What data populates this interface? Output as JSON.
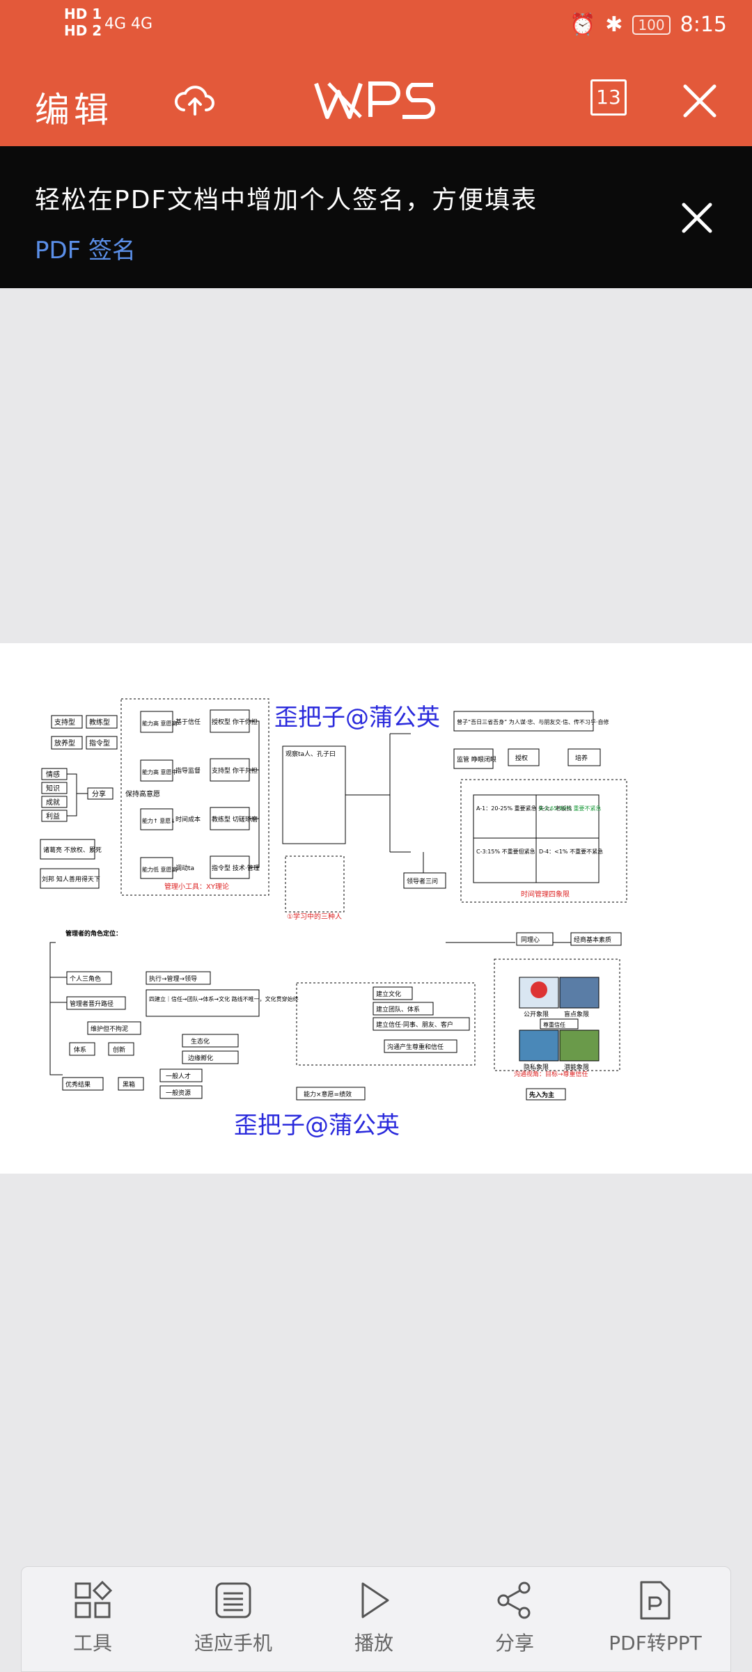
{
  "status": {
    "hd1": "HD 1",
    "hd2": "HD 2",
    "signal": "4G 4G",
    "battery": "100",
    "time": "8:15"
  },
  "toolbar": {
    "edit": "编辑",
    "logo": "WPS",
    "page_count": "13"
  },
  "banner": {
    "text": "轻松在PDF文档中增加个人签名，方便填表",
    "link": "PDF 签名"
  },
  "document": {
    "watermark_top": "歪把子@蒲公英",
    "watermark_bottom": "歪把子@蒲公英",
    "labels": {
      "support": "支持型",
      "coach": "教练型",
      "delegate": "放养型",
      "command": "指令型",
      "emotion": "情感",
      "knowledge": "知识",
      "achievement": "成就",
      "interest": "利益",
      "share": "分享",
      "keep_high": "保持高意愿",
      "zhuge": "诸葛亮 不放权、累死",
      "liubang": "刘邦 知人善用得天下",
      "high_high": "能力高 意愿高",
      "high_mid": "能力高 意愿中",
      "up_down": "能力↑ 意愿↓",
      "low_high": "能力低 意愿高",
      "trust": "基于信任",
      "guide": "指导监督",
      "time_cost": "时间成本",
      "adjust": "调动ta",
      "auth": "授权型 你干你担",
      "support2": "支持型 你干共担",
      "coach2": "教练型 切磋琢磨",
      "command2": "指令型 技术·管理",
      "tool_title": "管理小工具：XY理论",
      "observe": "观察ta人、孔子曰",
      "study_title": "①学习中的三种人",
      "guanzi": "曾子“吾日三省吾身” 为人谋·忠、与朋友交·信、传不习乎·自修",
      "supervise": "监管 睁眼闭眼",
      "empower": "授权",
      "cultivate": "培养",
      "a1": "A-1：20-25% 重要紧急 失火、老板找",
      "b2": "B-2:65-80% 重要不紧急",
      "c3": "C-3:15% 不重要但紧急",
      "d4": "D-4：<1% 不重要不紧急",
      "quad_title": "时间管理四象限",
      "leader_three": "领导者三问",
      "same_heart": "同理心",
      "basic": "经商基本素质",
      "role_title": "管理者的角色定位：",
      "person3": "个人三角色",
      "exec": "执行→管理→领导",
      "promote": "管理者晋升路径",
      "system_line": "四建立｜信任→团队→体系→文化 路线不唯一，文化贯穿始终",
      "protect": "维护但不拘泥",
      "system": "体系",
      "innovate": "创新",
      "ecology": "生态化",
      "edge": "边缘孵化",
      "normal_talent": "一般人才",
      "normal_res": "一般资源",
      "blackbox": "黑箱",
      "good_result": "优秀结果",
      "culture": "建立文化",
      "team": "建立团队、体系",
      "trust_build": "建立信任·同事、朋友、客户",
      "comm": "沟通产生尊重和信任",
      "ability": "能力×意愿=绩效",
      "public": "公开象限",
      "blind": "盲点象限",
      "hidden": "隐私象限",
      "potential": "潜能象限",
      "respect": "尊重信任",
      "comm_view": "沟通视角：目标→尊重信任",
      "pre": "先入为主"
    }
  },
  "bottom_nav": [
    {
      "icon": "tools-icon",
      "label": "工具"
    },
    {
      "icon": "fit-phone-icon",
      "label": "适应手机"
    },
    {
      "icon": "play-icon",
      "label": "播放"
    },
    {
      "icon": "share-icon",
      "label": "分享"
    },
    {
      "icon": "pdf-to-ppt-icon",
      "label": "PDF转PPT"
    }
  ],
  "colors": {
    "accent": "#e3593a",
    "banner_bg": "#0a0a0a",
    "link": "#5b8fe8",
    "watermark": "#2a2adc"
  }
}
